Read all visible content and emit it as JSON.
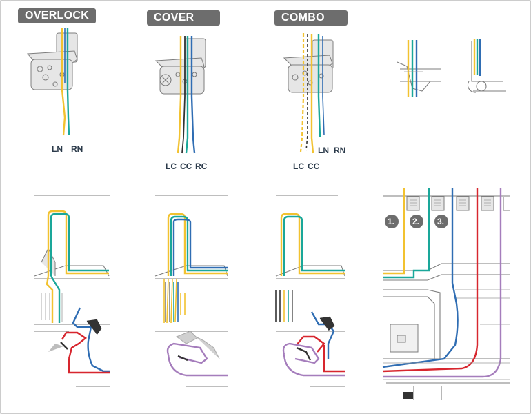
{
  "modes": {
    "overlock": "OVERLOCK",
    "cover": "COVER",
    "combo": "COMBO"
  },
  "needle_labels": {
    "overlock": {
      "left": "LN",
      "right": "RN"
    },
    "cover": {
      "left": "LC",
      "center": "CC",
      "right": "RC"
    },
    "combo": {
      "left_cover": "LC",
      "center_cover": "CC",
      "left_needle": "LN",
      "right_needle": "RN"
    }
  },
  "steps": [
    "1.",
    "2.",
    "3."
  ],
  "colors": {
    "thread_yellow": "#f2c230",
    "thread_teal": "#1aa79a",
    "thread_blue": "#2f6db3",
    "thread_red": "#d7262e",
    "thread_purple": "#a57dbc",
    "machine_line": "#7d7d7d",
    "machine_fill": "#e6e6e6",
    "tag_bg": "#6d6d6d",
    "label_text": "#2b3a4a"
  }
}
